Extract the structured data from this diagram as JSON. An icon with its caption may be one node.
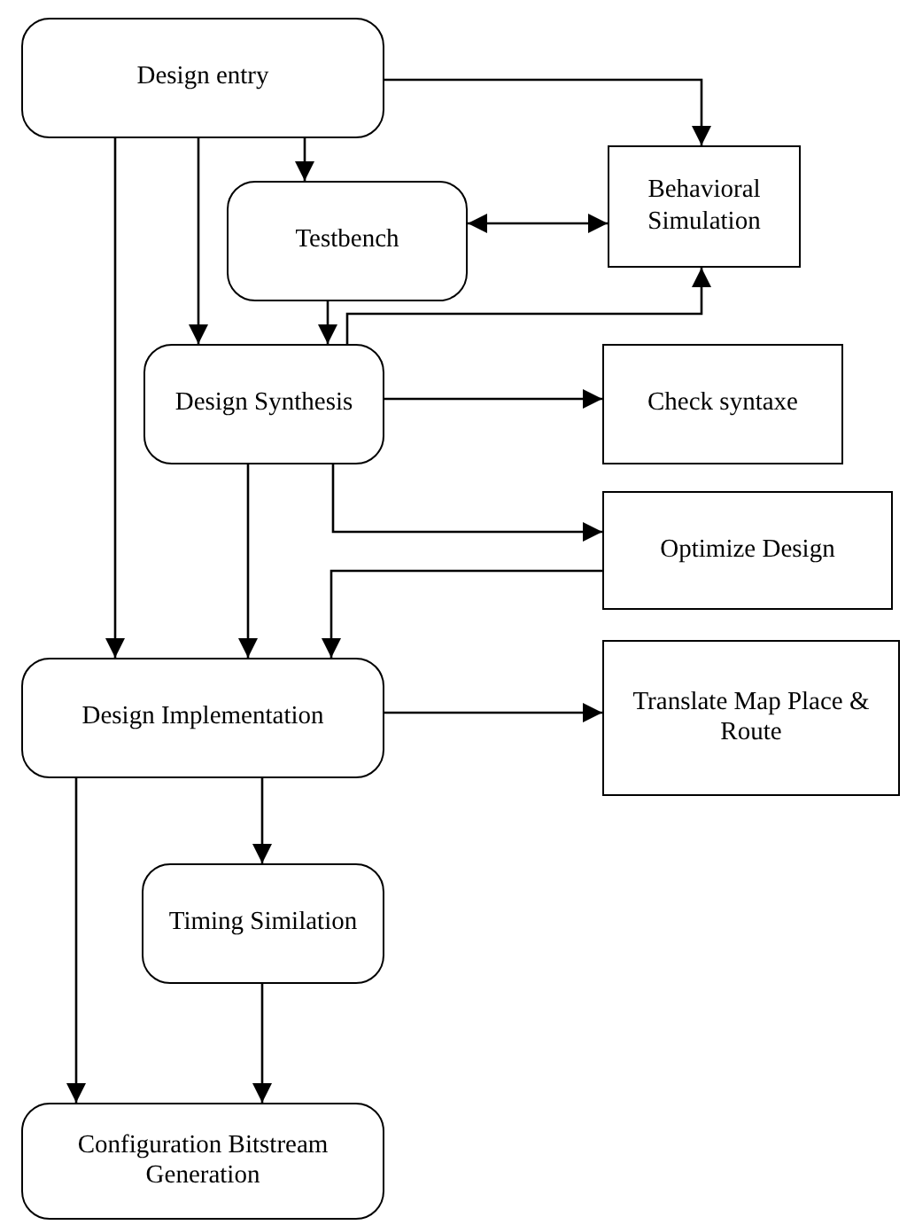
{
  "diagram": {
    "nodes": [
      {
        "text": [
          "Design entry"
        ]
      },
      {
        "text": [
          "Testbench"
        ]
      },
      {
        "text": [
          "Behavioral Simulation"
        ]
      },
      {
        "text": [
          "Design Synthesis"
        ]
      },
      {
        "text": [
          "Check syntaxe"
        ]
      },
      {
        "text": [
          "Optimize Design"
        ]
      },
      {
        "text": [
          "Design Implementation"
        ]
      },
      {
        "text": [
          "Translate Map Place & Route"
        ]
      },
      {
        "text": [
          "Timing Similation"
        ]
      },
      {
        "text": [
          "Configuration Bitstream Generation"
        ]
      }
    ],
    "edges": [
      {
        "from": 0,
        "to": 2,
        "arrow": "to"
      },
      {
        "from": 0,
        "to": 1,
        "arrow": "to"
      },
      {
        "from": 0,
        "to": 3,
        "arrow": "to"
      },
      {
        "from": 0,
        "to": 6,
        "arrow": "to"
      },
      {
        "from": 1,
        "to": 2,
        "arrow": "both"
      },
      {
        "from": 1,
        "to": 3,
        "arrow": "to"
      },
      {
        "from": 3,
        "to": 2,
        "arrow": "to"
      },
      {
        "from": 3,
        "to": 4,
        "arrow": "to"
      },
      {
        "from": 3,
        "to": 6,
        "arrow": "to"
      },
      {
        "from": 3,
        "to": 5,
        "arrow": "to"
      },
      {
        "from": 5,
        "to": 6,
        "arrow": "to"
      },
      {
        "from": 6,
        "to": 7,
        "arrow": "to"
      },
      {
        "from": 6,
        "to": 8,
        "arrow": "to"
      },
      {
        "from": 6,
        "to": 9,
        "arrow": "to"
      },
      {
        "from": 8,
        "to": 9,
        "arrow": "to"
      }
    ]
  }
}
